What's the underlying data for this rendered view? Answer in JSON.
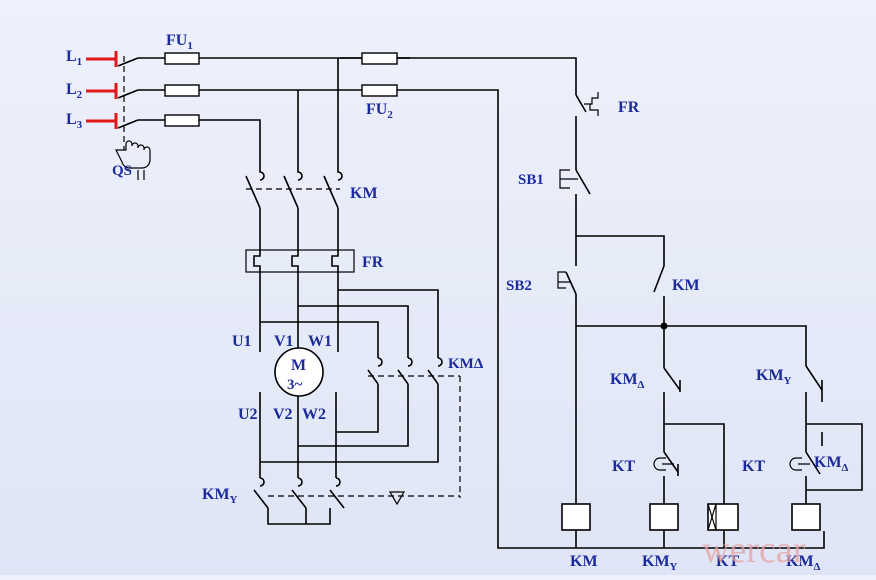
{
  "lines": {
    "l1": {
      "main": "L",
      "sub": "1"
    },
    "l2": {
      "main": "L",
      "sub": "2"
    },
    "l3": {
      "main": "L",
      "sub": "3"
    }
  },
  "labels": {
    "fu1": {
      "main": "FU",
      "sub": "1"
    },
    "fu2": {
      "main": "FU",
      "sub": "2"
    },
    "qs": "QS",
    "km_main": "KM",
    "fr_main": "FR",
    "fr_ctrl": "FR",
    "sb1": "SB1",
    "sb2": "SB2",
    "km_hold": "KM",
    "km_delta_power": "KMΔ",
    "km_y_power": {
      "main": "KM",
      "sub": "Y"
    },
    "km_delta_ctrl": {
      "main": "KM",
      "sub": "Δ"
    },
    "km_y_ctrl": {
      "main": "KM",
      "sub": "Y"
    },
    "kt_left": "KT",
    "kt_right": "KT",
    "km_delta_inter": {
      "main": "KM",
      "sub": "Δ"
    },
    "coil_km": "KM",
    "coil_kmy": {
      "main": "KM",
      "sub": "Y"
    },
    "coil_kt": "KT",
    "coil_kmd": {
      "main": "KM",
      "sub": "Δ"
    }
  },
  "motor": {
    "letter": "M",
    "phase": "3~",
    "u1": "U1",
    "v1": "V1",
    "w1": "W1",
    "u2": "U2",
    "v2": "V2",
    "w2": "W2"
  },
  "watermark": "wercar",
  "colors": {
    "label": "#1b2b9c",
    "phase_marker": "#e01818",
    "wire": "#000000",
    "watermark": "#e6a3a3"
  }
}
